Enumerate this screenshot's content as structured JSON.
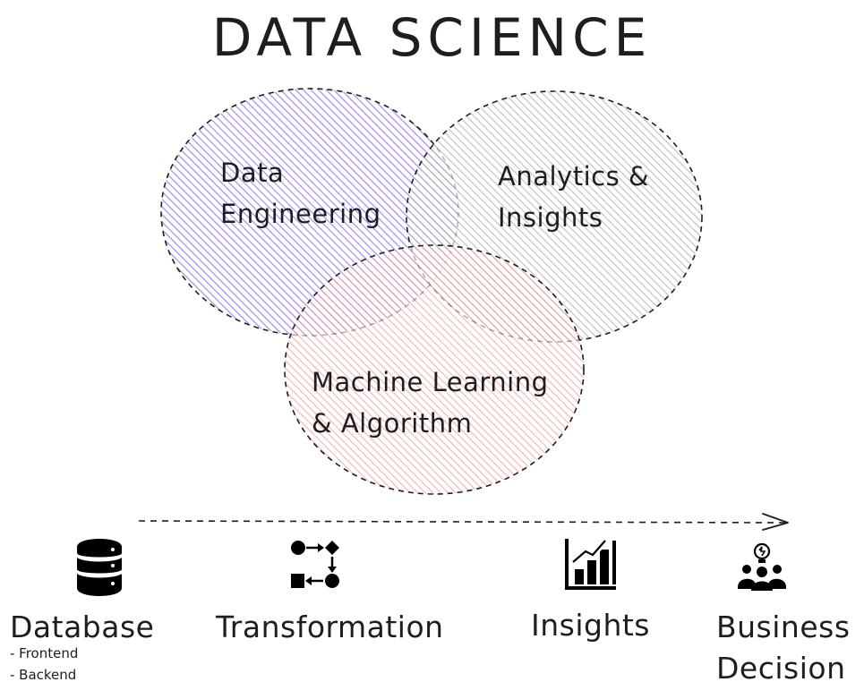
{
  "title": "DATA SCIENCE",
  "venn": {
    "circles": [
      {
        "id": "data-engineering",
        "lines": [
          "Data",
          "Engineering"
        ],
        "color": "#7b5cf0"
      },
      {
        "id": "analytics-insights",
        "lines": [
          "Analytics &",
          "Insights"
        ],
        "color": "#9a9a9a"
      },
      {
        "id": "ml-algorithm",
        "lines": [
          "Machine Learning",
          "& Algorithm"
        ],
        "color": "#ef7b7b"
      }
    ]
  },
  "pipeline": {
    "steps": [
      {
        "id": "database",
        "icon": "database-icon",
        "label": "Database",
        "notes": [
          "- Frontend",
          "- Backend"
        ]
      },
      {
        "id": "transformation",
        "icon": "workflow-icon",
        "label": "Transformation"
      },
      {
        "id": "insights",
        "icon": "bar-chart-icon",
        "label": "Insights"
      },
      {
        "id": "business-decision",
        "icon": "team-idea-icon",
        "label": "Business Decision",
        "lines": [
          "Business",
          "Decision"
        ]
      }
    ]
  }
}
